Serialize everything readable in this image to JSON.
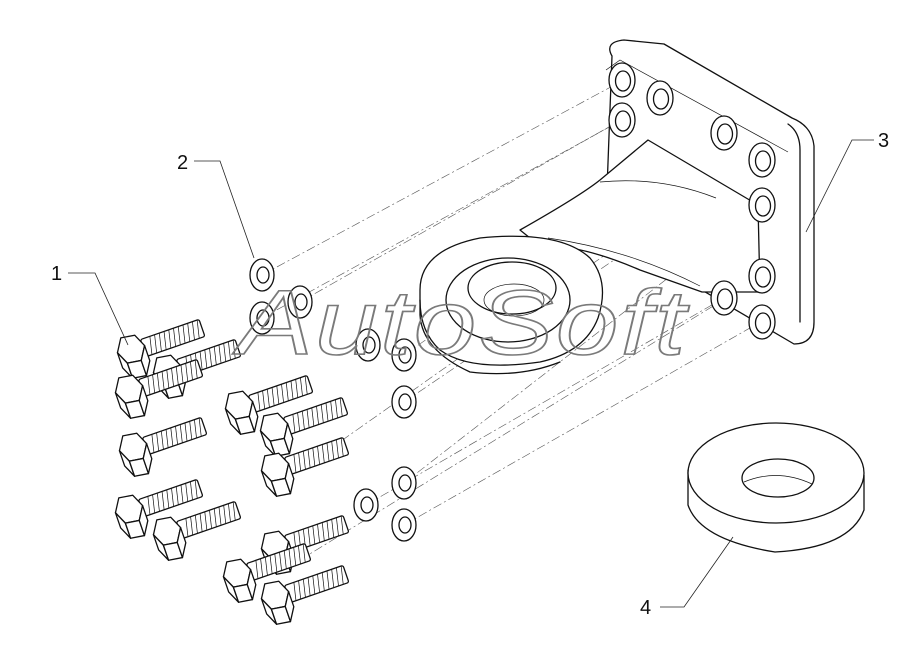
{
  "callouts": {
    "bolt": "1",
    "washer": "2",
    "towing_eye": "3",
    "spacer_ring": "4"
  },
  "watermark": "AutoSoft"
}
